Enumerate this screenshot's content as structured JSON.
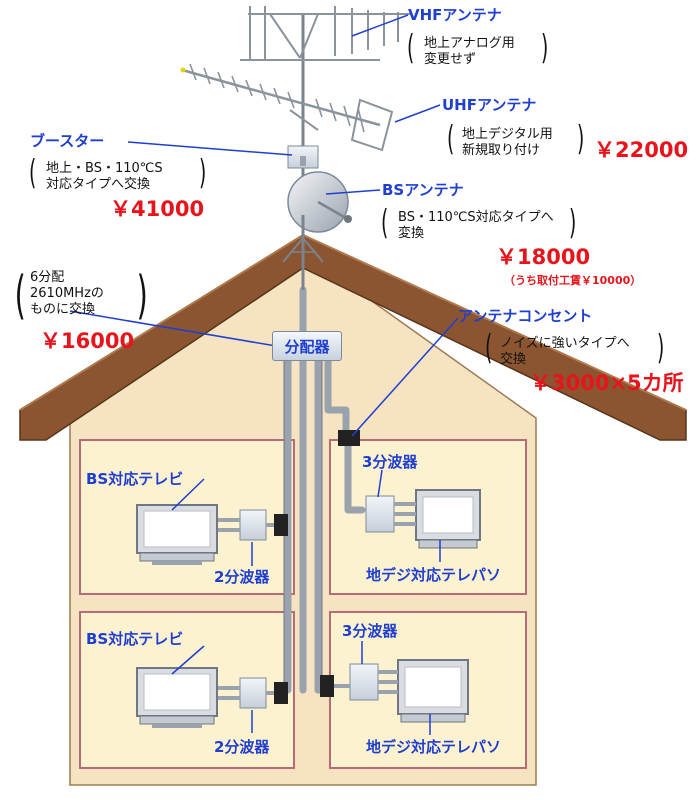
{
  "labels": {
    "vhf": "VHFアンテナ",
    "uhf": "UHFアンテナ",
    "booster": "ブースター",
    "bs_antenna": "BSアンテナ",
    "splitter": "分配器",
    "outlet": "アンテナコンセント"
  },
  "notes": {
    "vhf": [
      "地上アナログ用",
      "変更せず"
    ],
    "uhf": [
      "地上デジタル用",
      "新規取り付け"
    ],
    "booster": [
      "地上・BS・110℃S",
      "対応タイプへ交換"
    ],
    "bs_antenna": [
      "BS・110℃S対応タイプへ",
      "変換"
    ],
    "splitter": [
      "6分配",
      "2610MHzの",
      "ものに交換"
    ],
    "outlet": [
      "ノイズに強いタイプへ",
      "交換"
    ]
  },
  "prices": {
    "uhf": "￥22000",
    "booster": "￥41000",
    "bs_antenna": "￥18000",
    "bs_antenna_sub": "（うち取付工賃￥10000）",
    "splitter": "￥16000",
    "outlet": "￥3000×5カ所"
  },
  "rooms": [
    {
      "tv": "BS対応テレビ",
      "device": "2分波器"
    },
    {
      "device": "3分波器",
      "tv": "地デジ対応テレパソ"
    },
    {
      "tv": "BS対応テレビ",
      "device": "2分波器"
    },
    {
      "device": "3分波器",
      "tv": "地デジ対応テレパソ"
    }
  ],
  "colors": {
    "label_blue": "#1f3fd0",
    "price_red": "#e8141b",
    "roof_brown": "#8a5530",
    "wall_tan": "#f5e3c1",
    "room_fill": "#fdf2cf",
    "room_border": "#b56c76",
    "cable_gray": "#9aa3ad"
  }
}
